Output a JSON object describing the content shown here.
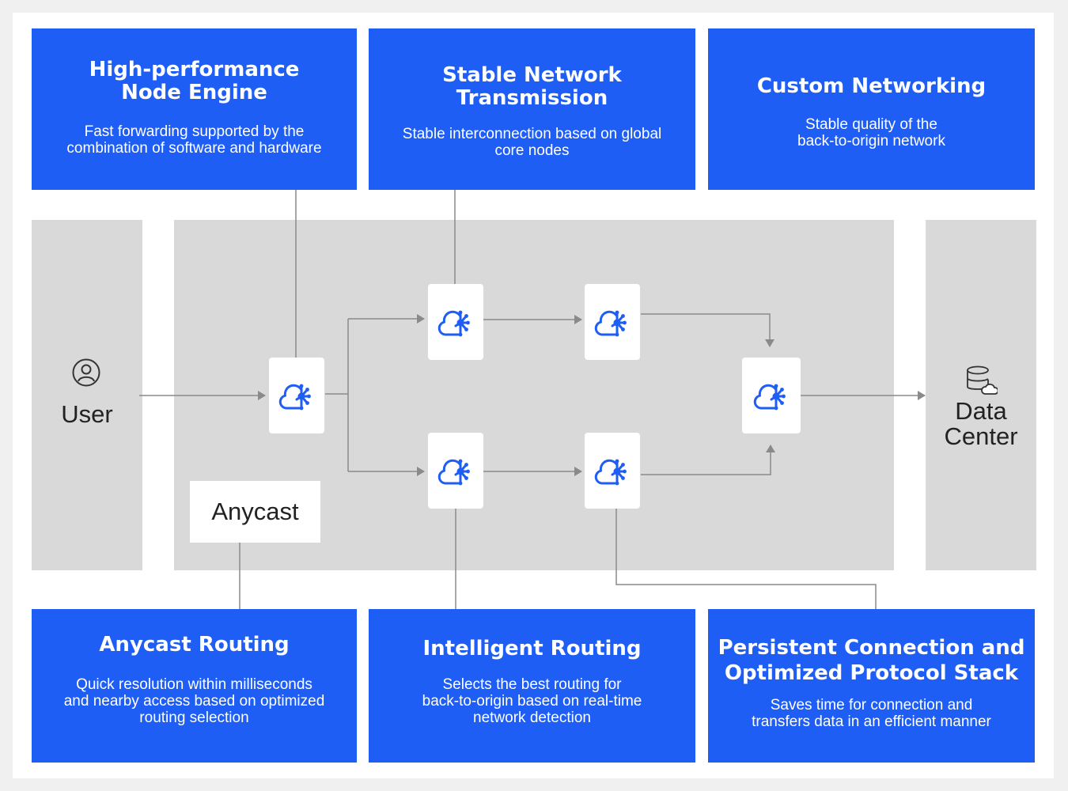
{
  "features_top": [
    {
      "title": "High-performance\nNode Engine",
      "desc": "Fast forwarding supported by the\ncombination of software and hardware"
    },
    {
      "title": "Stable Network\nTransmission",
      "desc": "Stable interconnection based on global\ncore nodes"
    },
    {
      "title": "Custom Networking",
      "desc": "Stable quality of the\nback-to-origin network"
    }
  ],
  "features_bottom": [
    {
      "title": "Anycast Routing",
      "desc": "Quick resolution within milliseconds\nand nearby access based on optimized\nrouting selection"
    },
    {
      "title": "Intelligent Routing",
      "desc": "Selects the best routing for\nback-to-origin based on real-time\nnetwork detection"
    },
    {
      "title": "Persistent Connection and\nOptimized Protocol Stack",
      "desc": "Saves time for connection and\ntransfers data in an efficient manner"
    }
  ],
  "diagram": {
    "user_label": "User",
    "datacenter_label": "Data\nCenter",
    "anycast_label": "Anycast"
  },
  "colors": {
    "accent_blue": "#1f5ef5",
    "panel_gray": "#d9d9d9",
    "connector_gray": "#8a8a8a",
    "icon_blue": "#1f5ef5"
  },
  "icons": {
    "node": "cloud-network-icon",
    "user": "user-icon",
    "datacenter": "database-cloud-icon"
  }
}
